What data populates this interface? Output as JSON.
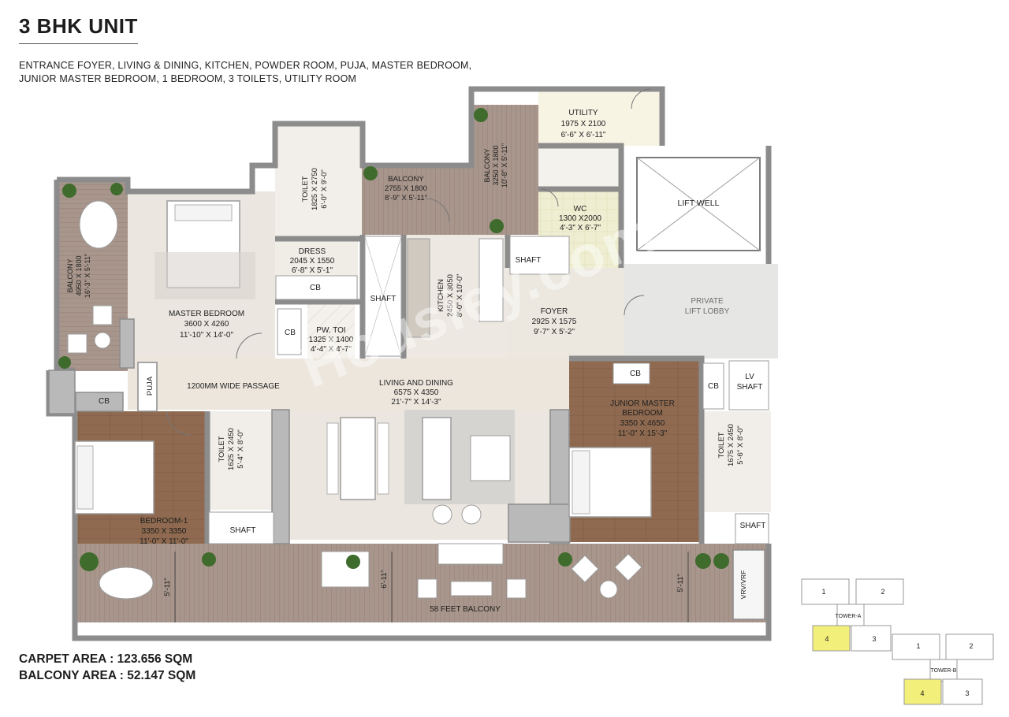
{
  "unit_title": "3 BHK UNIT",
  "description_lines": [
    "ENTRANCE FOYER, LIVING & DINING, KITCHEN, POWDER ROOM, PUJA, MASTER BEDROOM,",
    "JUNIOR MASTER BEDROOM, 1 BEDROOM, 3 TOILETS, UTILITY ROOM"
  ],
  "carpet_area": "CARPET AREA : 123.656 SQM",
  "balcony_area": "BALCONY AREA : 52.147 SQM",
  "watermark": "Housiey.com",
  "rooms": {
    "utility": [
      "UTILITY",
      "1975 X 2100",
      "6'-6\" X 6'-11\""
    ],
    "balcony_kitchen": [
      "BALCONY",
      "3250 X 1800",
      "10'-8\" X 5'-11\""
    ],
    "balcony_top": [
      "BALCONY",
      "2755 X 1800",
      "8'-9\" X 5'-11\""
    ],
    "toilet_master": [
      "TOILET",
      "1825 X 2750",
      "6'-0\" X 9'-0\""
    ],
    "dress": [
      "DRESS",
      "2045 X 1550",
      "6'-8\" X 5'-1\""
    ],
    "balcony_left": [
      "BALCONY",
      "4950 X 1800",
      "16'-3\" X 5'-11\""
    ],
    "master_bedroom": [
      "MASTER BEDROOM",
      "3600 X 4260",
      "11'-10\" X 14'-0\""
    ],
    "pw_toi": [
      "PW. TOI",
      "1325 X 1400",
      "4'-4\" X 4'-7\""
    ],
    "kitchen": [
      "KITCHEN",
      "2450 X 3050",
      "8'-0\" X 10'-0\""
    ],
    "wc": [
      "WC",
      "1300 X2000",
      "4'-3\" X 6'-7\""
    ],
    "foyer": [
      "FOYER",
      "2925 X 1575",
      "9'-7\" X 5'-2\""
    ],
    "private_lift_lobby": [
      "PRIVATE",
      "LIFT LOBBY"
    ],
    "lift_well": "LIFT WELL",
    "passage": "1200MM WIDE PASSAGE",
    "puja": "PUJA",
    "living_dining": [
      "LIVING AND DINING",
      "6575 X 4350",
      "21'-7\" X 14'-3\""
    ],
    "junior_master": [
      "JUNIOR MASTER",
      "BEDROOM",
      "3350 X 4650",
      "11'-0\" X 15'-3\""
    ],
    "lv_shaft": [
      "LV",
      "SHAFT"
    ],
    "bedroom1": [
      "BEDROOM-1",
      "3350 X 3350",
      "11'-0\" X 11'-0\""
    ],
    "toilet_bed1": [
      "TOILET",
      "1625 X 2450",
      "5'-4\" X 8'-0\""
    ],
    "toilet_junior": [
      "TOILET",
      "1675 X 2450",
      "5'-6\" X 8'-0\""
    ],
    "shaft": "SHAFT",
    "cb": "CB",
    "balcony_58": "58 FEET BALCONY",
    "vrv": "VRV/VRF",
    "dim_5_11": "5'-11\"",
    "dim_6_11": "6'-11\""
  },
  "key_plan": {
    "tower_a_label": "TOWER-A",
    "tower_b_label": "TOWER-B",
    "tower_a_units": [
      "1",
      "2",
      "3",
      "4"
    ],
    "tower_b_units": [
      "1",
      "2",
      "3",
      "4"
    ],
    "highlight_color": "#f2ef7a"
  },
  "colors": {
    "wall": "#8c8c8c",
    "floor_marble": "#ece7df",
    "floor_wood": "#8e6a52",
    "deck": "#a5948b",
    "lift_lobby": "#e6e6e6",
    "greenery": "#3f6b2c"
  }
}
